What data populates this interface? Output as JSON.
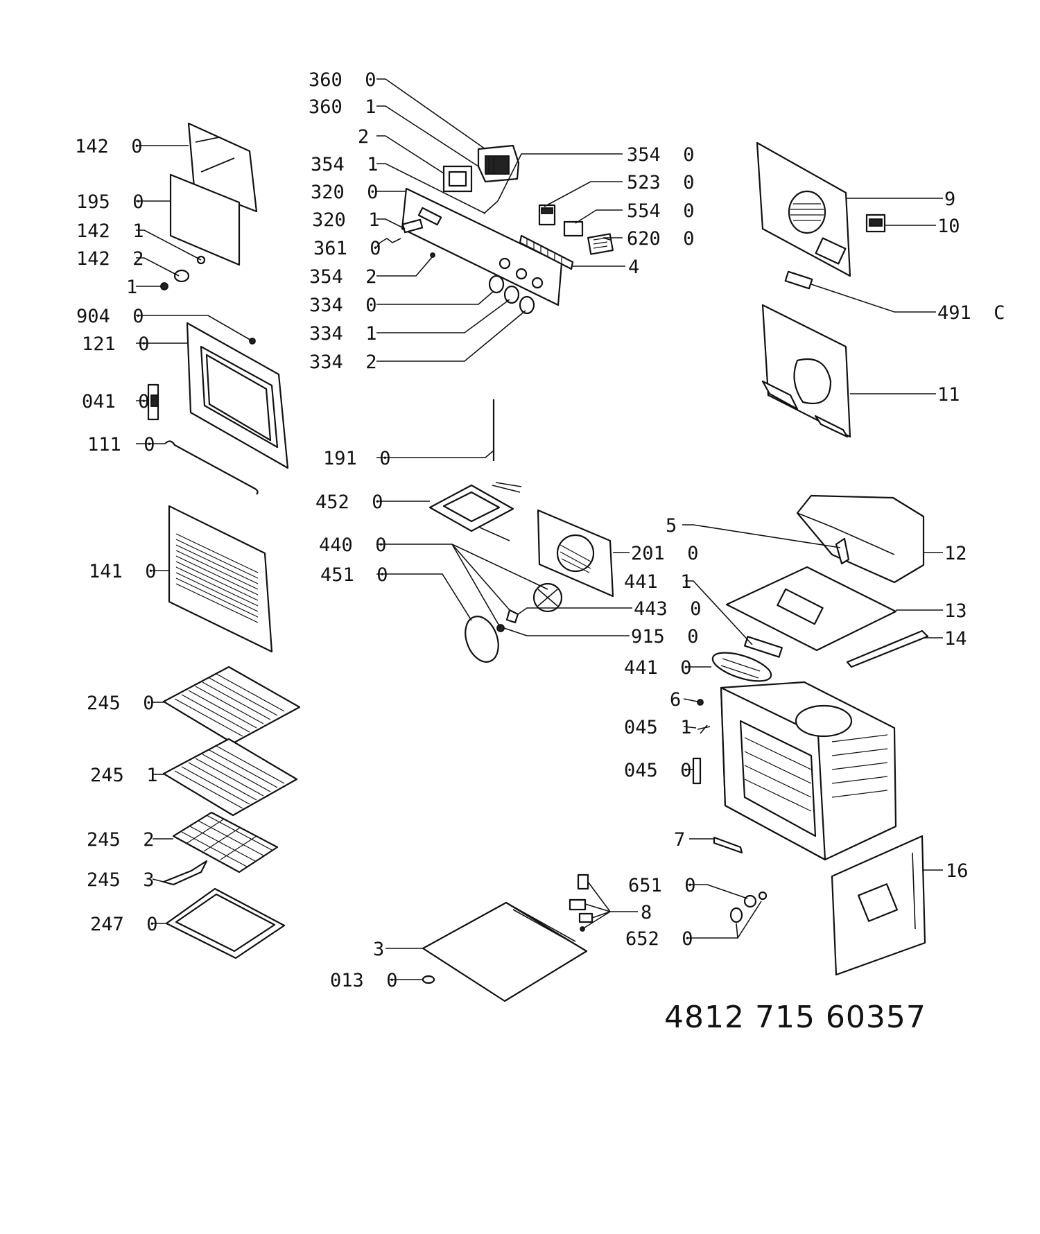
{
  "diagram": {
    "document_number": "4812 715 60357",
    "callouts": {
      "c3600": "360  0",
      "c3601": "360  1",
      "c2": "2",
      "c3541": "354  1",
      "c3200": "320  0",
      "c3201": "320  1",
      "c3610": "361  0",
      "c3542": "354  2",
      "c3340": "334  0",
      "c3341": "334  1",
      "c3342": "334  2",
      "c3540": "354  0",
      "c5230": "523  0",
      "c5540": "554  0",
      "c6200": "620  0",
      "c4": "4",
      "c1420": "142  0",
      "c1950": "195  0",
      "c1421": "142  1",
      "c1422": "142  2",
      "c1": "1",
      "c9040": "904  0",
      "c1210": "121  0",
      "c0410": "041  0",
      "c1110": "111  0",
      "c1410": "141  0",
      "c2450": "245  0",
      "c2451": "245  1",
      "c2452": "245  2",
      "c2453": "245  3",
      "c2470": "247  0",
      "c9": "9",
      "c10": "10",
      "c491c": "491  C",
      "c11": "11",
      "c1910": "191  0",
      "c4520": "452  0",
      "c4400": "440  0",
      "c4510": "451  0",
      "c2010": "201  0",
      "c4431": "443  0",
      "c9150": "915  0",
      "c5": "5",
      "c12": "12",
      "c4411": "441  1",
      "c13": "13",
      "c14": "14",
      "c4410": "441  0",
      "c6": "6",
      "c0451": "045  1",
      "c0450": "045  0",
      "c7": "7",
      "c16": "16",
      "c6510": "651  0",
      "c8": "8",
      "c6520": "652  0",
      "c3": "3",
      "c0130": "013  0"
    }
  }
}
